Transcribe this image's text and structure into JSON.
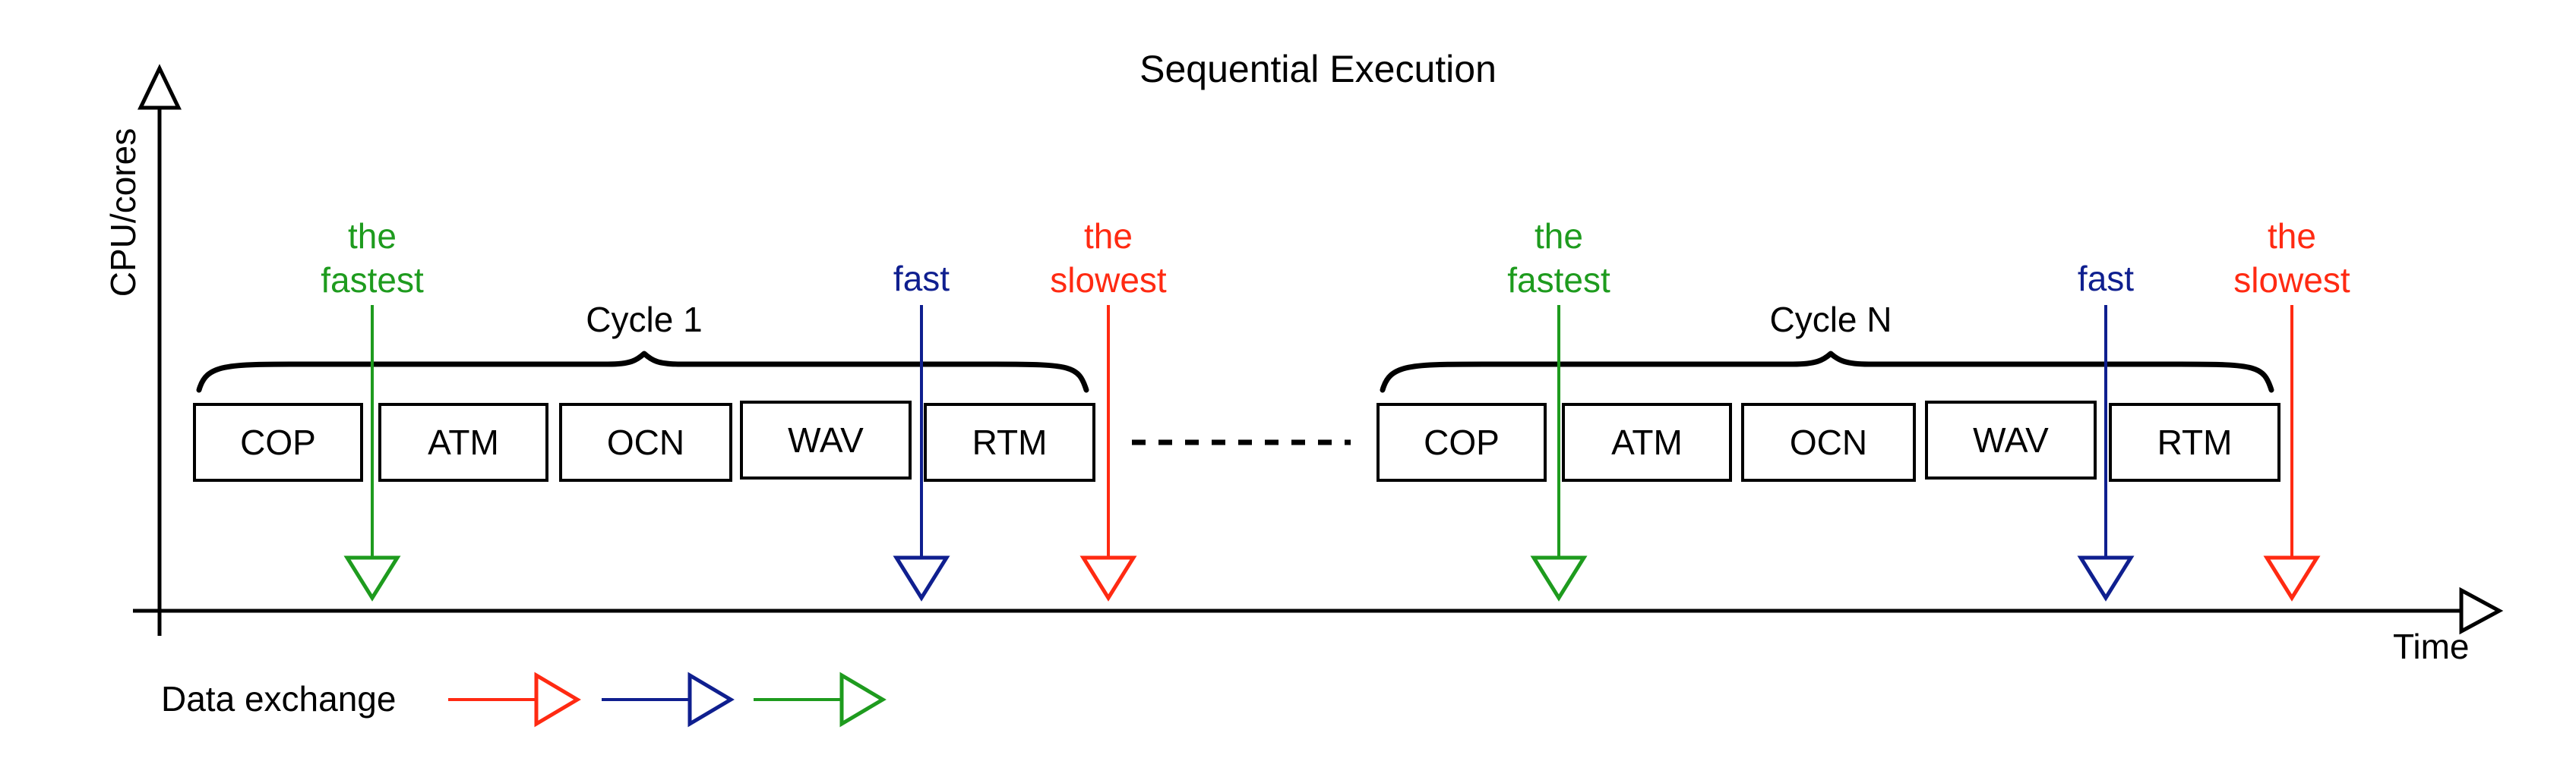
{
  "title": "Sequential Execution",
  "y_axis_label": "CPU/cores",
  "x_axis_label": "Time",
  "colors": {
    "fastest": "#1e9b1e",
    "fast": "#0f1f8f",
    "slowest": "#ff2a12",
    "ink": "#000000"
  },
  "cycles": [
    {
      "label": "Cycle 1",
      "components": [
        "COP",
        "ATM",
        "OCN",
        "WAV",
        "RTM"
      ],
      "markers": [
        {
          "lines": [
            "the",
            "fastest"
          ],
          "kind": "fastest"
        },
        {
          "lines": [
            "fast"
          ],
          "kind": "fast"
        },
        {
          "lines": [
            "the",
            "slowest"
          ],
          "kind": "slowest"
        }
      ]
    },
    {
      "label": "Cycle N",
      "components": [
        "COP",
        "ATM",
        "OCN",
        "WAV",
        "RTM"
      ],
      "markers": [
        {
          "lines": [
            "the",
            "fastest"
          ],
          "kind": "fastest"
        },
        {
          "lines": [
            "fast"
          ],
          "kind": "fast"
        },
        {
          "lines": [
            "the",
            "slowest"
          ],
          "kind": "slowest"
        }
      ]
    }
  ],
  "legend": {
    "label": "Data exchange",
    "arrows": [
      "slowest",
      "fast",
      "fastest"
    ]
  }
}
